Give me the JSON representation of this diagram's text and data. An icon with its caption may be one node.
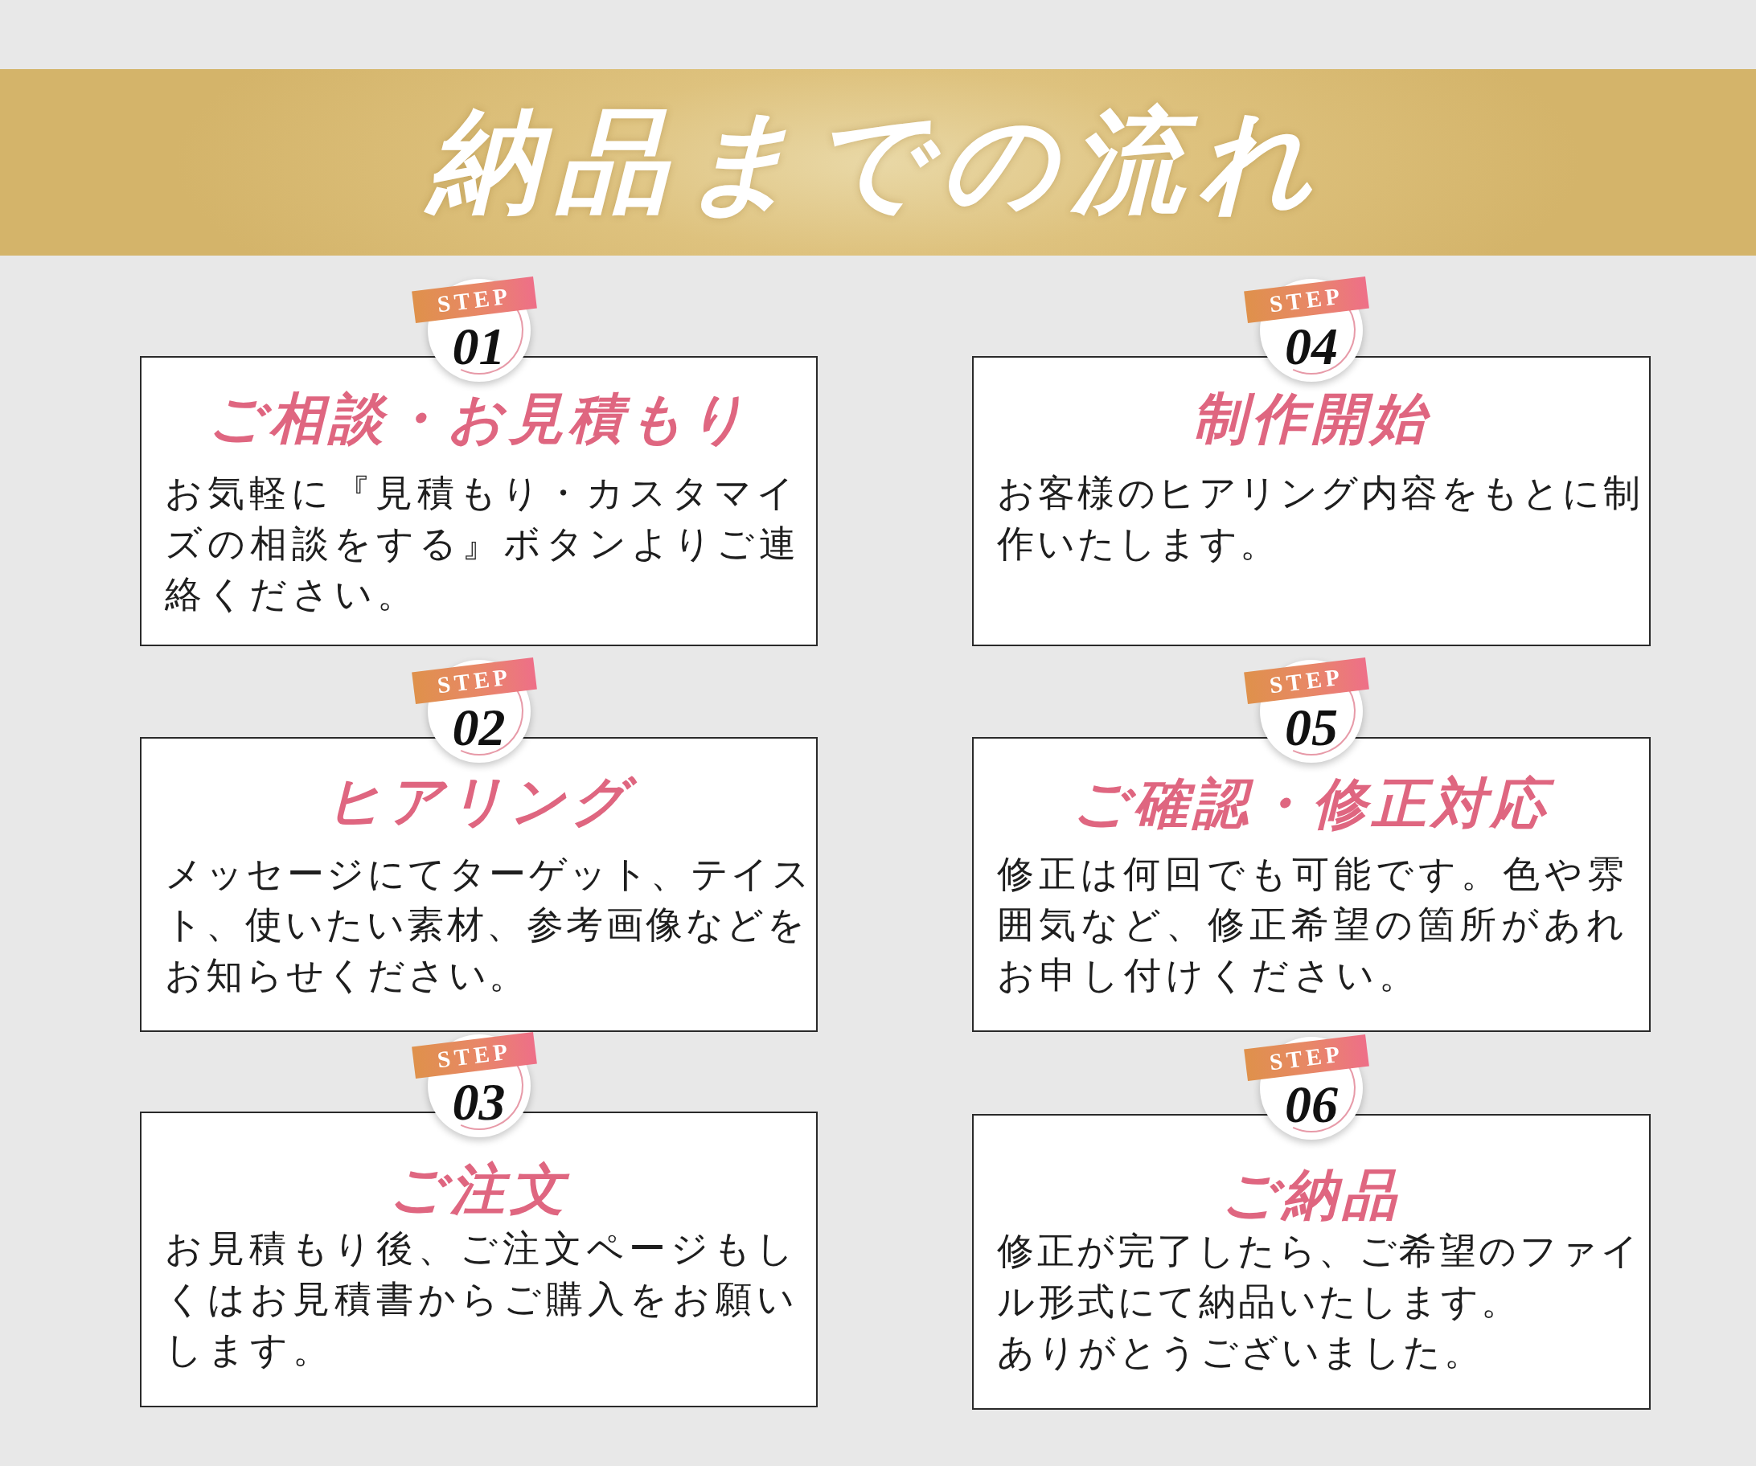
{
  "diagram": {
    "title": "納品までの流れ",
    "nodes": [
      {
        "text": [
          "STEP",
          "01"
        ]
      },
      {
        "text": [
          "ご相談・お見積もり",
          "お気軽に『見積もり・カスタマイズの相談をする』ボタンよりご連絡ください。"
        ]
      },
      {
        "text": [
          "STEP",
          "02"
        ]
      },
      {
        "text": [
          "ヒアリング",
          "メッセージにてターゲット、テイスト、使いたい素材、参考画像などをお知らせください。"
        ]
      },
      {
        "text": [
          "STEP",
          "03"
        ]
      },
      {
        "text": [
          "ご注文",
          "お見積もり後、ご注文ページもしくはお見積書からご購入をお願いします。"
        ]
      },
      {
        "text": [
          "STEP",
          "04"
        ]
      },
      {
        "text": [
          "制作開始",
          "お客様のヒアリング内容をもとに制作いたします。"
        ]
      },
      {
        "text": [
          "STEP",
          "05"
        ]
      },
      {
        "text": [
          "ご確認・修正対応",
          "修正は何回でも可能です。色や雰囲気など、修正希望の箇所があれお申し付けください。"
        ]
      },
      {
        "text": [
          "STEP",
          "06"
        ]
      },
      {
        "text": [
          "ご納品",
          "修正が完了したら、ご希望のファイル形式にて納品いたします。",
          "ありがとうございました。"
        ]
      }
    ]
  }
}
